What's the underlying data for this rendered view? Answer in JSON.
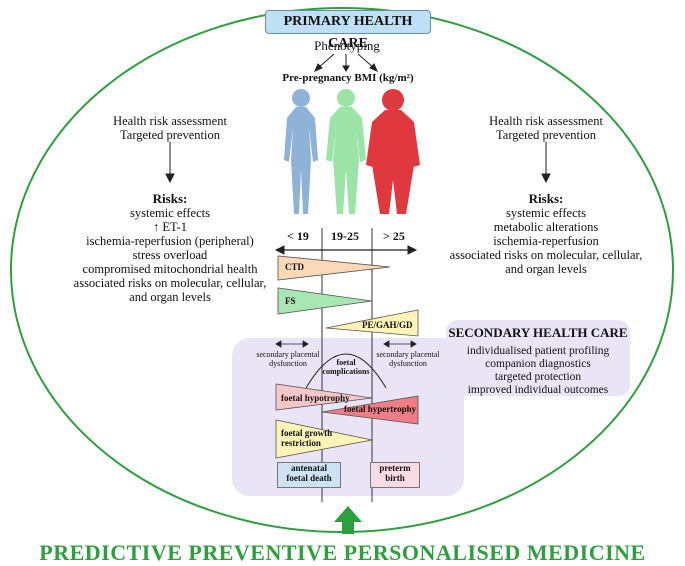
{
  "header": {
    "primary_title": "PRIMARY HEALTH CARE",
    "phenotyping": "Phenotyping",
    "bmi_title": "Pre-pregnancy BMI (kg/m²)"
  },
  "left": {
    "assessment": "Health risk assessment",
    "prevention": "Targeted prevention",
    "risks_title": "Risks:",
    "risks": [
      "systemic effects",
      "↑ ET-1",
      "ischemia-reperfusion (peripheral)",
      "stress overload",
      "compromised mitochondrial health",
      "associated risks on molecular, cellular,",
      "and organ levels"
    ]
  },
  "right": {
    "assessment": "Health risk assessment",
    "prevention": "Targeted prevention",
    "risks_title": "Risks:",
    "risks": [
      "systemic effects",
      "metabolic alterations",
      "ischemia-reperfusion",
      "associated risks on molecular, cellular,",
      "and organ levels"
    ]
  },
  "bmi": {
    "categories": [
      "< 19",
      "19-25",
      "> 25"
    ],
    "colors": {
      "underweight": "#8fb3d6",
      "normal": "#9be3a7",
      "obese": "#e0383f"
    }
  },
  "triangles": {
    "ctd": "CTD",
    "fs": "FS",
    "pe": "PE/GAH/GD",
    "foetal_hypotrophy": "foetal hypotrophy",
    "foetal_hypertrophy": "foetal hypertrophy",
    "fgr": [
      "foetal growth",
      "restriction"
    ]
  },
  "placental": {
    "left": [
      "secondary placental",
      "dysfunction"
    ],
    "center": [
      "foetal",
      "complications"
    ],
    "right": [
      "secondary placental",
      "dysfunction"
    ]
  },
  "outcomes": {
    "left": [
      "antenatal",
      "foetal death"
    ],
    "right": [
      "preterm",
      "birth"
    ]
  },
  "secondary": {
    "title": "SECONDARY HEALTH CARE",
    "items": [
      "individualised patient profiling",
      "companion diagnostics",
      "targeted protection",
      "improved individual outcomes"
    ]
  },
  "footer": {
    "title": "PREDICTIVE PREVENTIVE PERSONALISED MEDICINE"
  },
  "colors": {
    "ellipse": "#2f9e3f",
    "arrow": "#2f9e3f",
    "panel": "#e9e4f6"
  }
}
